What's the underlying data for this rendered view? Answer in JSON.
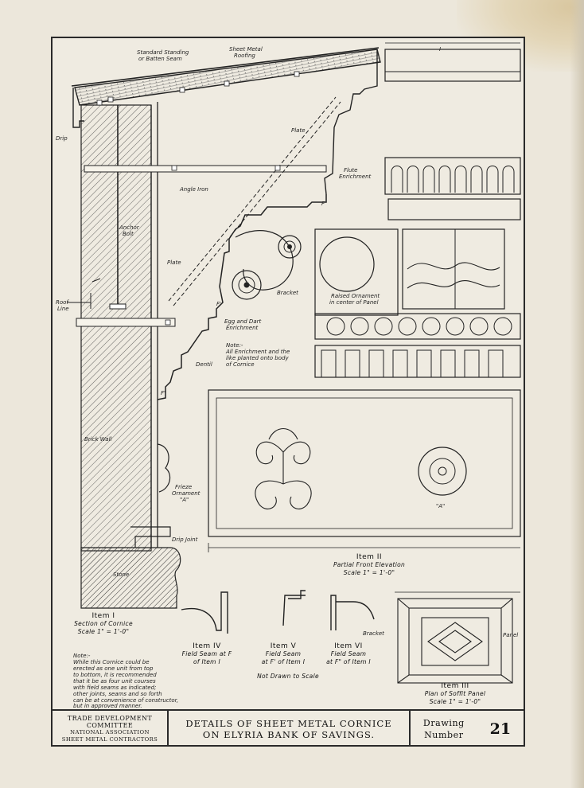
{
  "labels": {
    "standing_seam_1": "Standard Standing",
    "standing_seam_2": "or Batten Seam",
    "sheet_roof_1": "Sheet Metal",
    "sheet_roof_2": "Roofing",
    "drip": "Drip",
    "plate_top": "Plate",
    "flute_1": "Flute",
    "flute_2": "Enrichment",
    "angle_iron": "Angle Iron",
    "f_mark": "F",
    "anchor_1": "Anchor",
    "anchor_2": "Bolt",
    "plate_mid": "Plate",
    "bracket": "Bracket",
    "raised_1": "Raised Ornament",
    "raised_2": "in center of Panel",
    "roof_line_1": "Roof",
    "roof_line_2": "Line",
    "f_prime": "F'",
    "egg_1": "Egg and Dart",
    "egg_2": "Enrichment",
    "note_h": "Note:-",
    "note_1": "All Enrichment and the",
    "note_2": "like planted onto body",
    "note_3": "of Cornice",
    "dentil": "Dentil",
    "f_double": "F\"",
    "brick_wall": "Brick Wall",
    "frieze_1": "Frieze",
    "frieze_2": "Ornament",
    "frieze_3": "\"A\"",
    "a_mark": "\"A\"",
    "drip_joint": "Drip Joint",
    "stone": "Stone",
    "bracket2": "Bracket",
    "panel": "Panel",
    "roman_i": "I"
  },
  "items": {
    "item1_t": "Item I",
    "item1_s1": "Section of Cornice",
    "item1_s2": "Scale 1\" = 1'-0\"",
    "item2_t": "Item II",
    "item2_s1": "Partial Front Elevation",
    "item2_s2": "Scale 1\" = 1'-0\"",
    "item3_t": "Item III",
    "item3_s1": "Plan of Soffit Panel",
    "item3_s2": "Scale 1\" = 1'-0\"",
    "item4_t": "Item IV",
    "item4_s1": "Field Seam at F",
    "item4_s2": "of Item I",
    "item5_t": "Item V",
    "item5_s1": "Field Seam",
    "item5_s2": "at F' of Item I",
    "item6_t": "Item VI",
    "item6_s1": "Field Seam",
    "item6_s2": "at F\" of Item I",
    "not_to_scale": "Not Drawn to Scale"
  },
  "footnote": {
    "l0": "Note:-",
    "l1": "While this Cornice could be",
    "l2": "erected as one unit from top",
    "l3": "to bottom, it is recommended",
    "l4": "that it be as four unit courses",
    "l5": "with field seams as indicated;",
    "l6": "other joints, seams and so forth",
    "l7": "can be at convenience of constructor,",
    "l8": "but in approved manner."
  },
  "titleblock": {
    "left_1": "TRADE DEVELOPMENT",
    "left_2": "COMMITTEE",
    "left_3": "NATIONAL ASSOCIATION",
    "left_4": "SHEET METAL CONTRACTORS",
    "title_1": "DETAILS OF SHEET METAL CORNICE",
    "title_2": "ON ELYRIA BANK OF SAVINGS.",
    "drawing_1": "Drawing",
    "drawing_2": "Number",
    "number": "21"
  }
}
